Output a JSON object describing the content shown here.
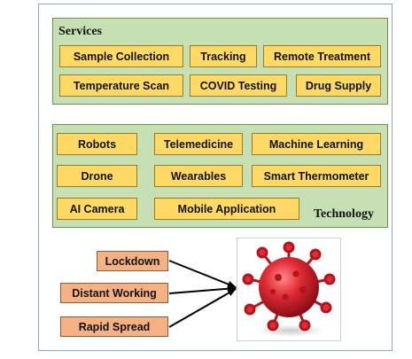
{
  "services": {
    "title": "Services",
    "items": [
      "Sample Collection",
      "Tracking",
      "Remote Treatment",
      "Temperature Scan",
      "COVID Testing",
      "Drug Supply"
    ]
  },
  "technology": {
    "title": "Technology",
    "items": [
      "Robots",
      "Telemedicine",
      "Machine Learning",
      "Drone",
      "Wearables",
      "Smart Thermometer",
      "AI Camera",
      "Mobile Application"
    ]
  },
  "causes": [
    "Lockdown",
    "Distant Working",
    "Rapid Spread"
  ],
  "colors": {
    "panel_fill": "#c6e0b4",
    "item_fill": "#ffd966",
    "cause_fill": "#f4b183",
    "virus": "#d9232d"
  },
  "icons": {
    "virus": "coronavirus-icon"
  }
}
